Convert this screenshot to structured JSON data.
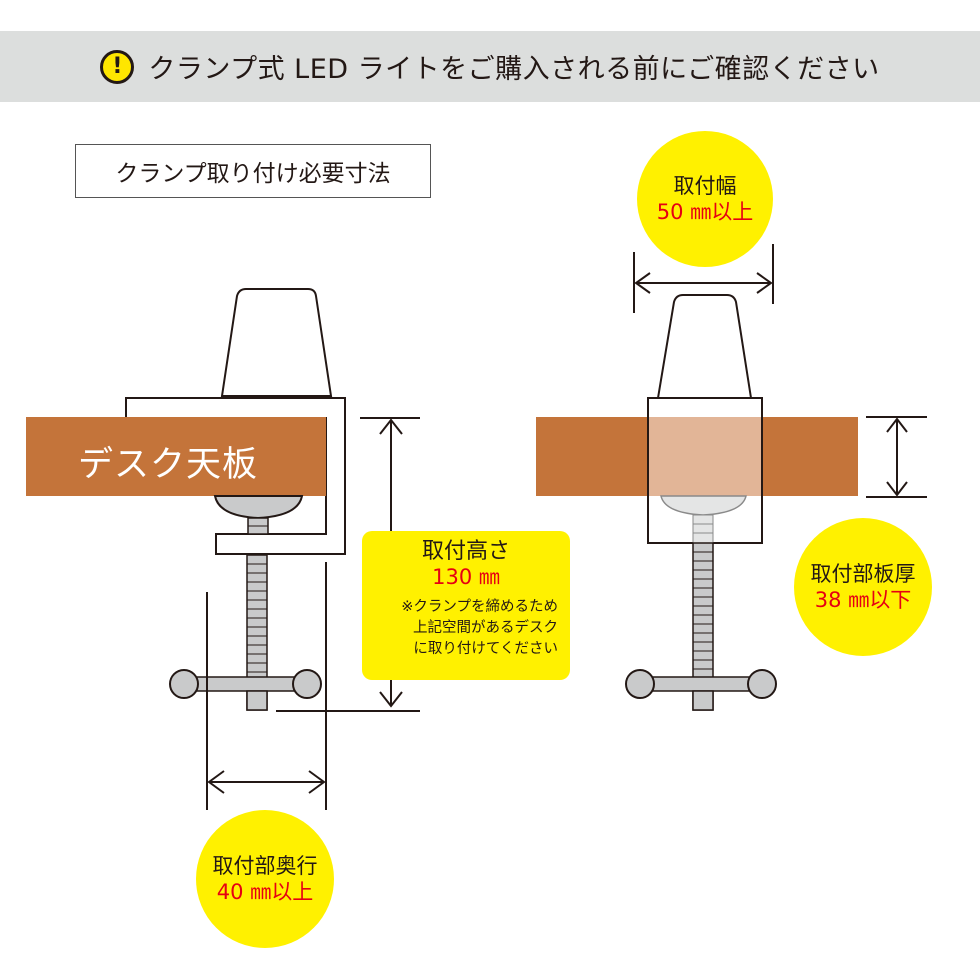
{
  "banner": {
    "icon": "exclamation-warning-icon",
    "title": "クランプ式 LED ライトをご購入される前にご確認ください",
    "background": "#dcdedd"
  },
  "section_title": "クランプ取り付け必要寸法",
  "desk_label": "デスク天板",
  "colors": {
    "desk": "#c4743a",
    "highlight": "#fff100",
    "value_red": "#e60012",
    "text": "#231815"
  },
  "callouts": {
    "width": {
      "label": "取付幅",
      "value": "50 ㎜以上"
    },
    "height": {
      "label": "取付高さ",
      "value": "130 ㎜",
      "note_lines": [
        "※クランプを締めるため",
        "上記空間があるデスク",
        "に取り付けてください"
      ]
    },
    "thickness": {
      "label": "取付部板厚",
      "value": "38 ㎜以下"
    },
    "depth": {
      "label": "取付部奥行",
      "value": "40 ㎜以上"
    }
  }
}
